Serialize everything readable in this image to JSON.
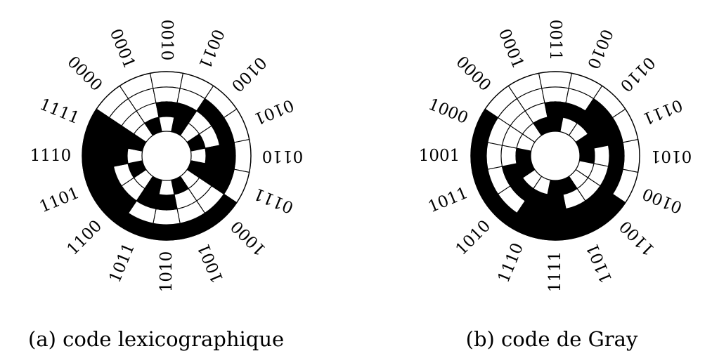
{
  "wheels": [
    {
      "caption": "(a) code lexicographique",
      "codes": [
        "0000",
        "0001",
        "0010",
        "0011",
        "0100",
        "0101",
        "0110",
        "0111",
        "1000",
        "1001",
        "1010",
        "1011",
        "1100",
        "1101",
        "1110",
        "1111"
      ]
    },
    {
      "caption": "(b) code de Gray",
      "codes": [
        "0000",
        "0001",
        "0011",
        "0010",
        "0110",
        "0111",
        "0101",
        "0100",
        "1100",
        "1101",
        "1111",
        "1110",
        "1010",
        "1011",
        "1001",
        "1000"
      ]
    }
  ],
  "colors": {
    "filled": "#000000",
    "empty": "#ffffff",
    "stroke": "#000000"
  }
}
